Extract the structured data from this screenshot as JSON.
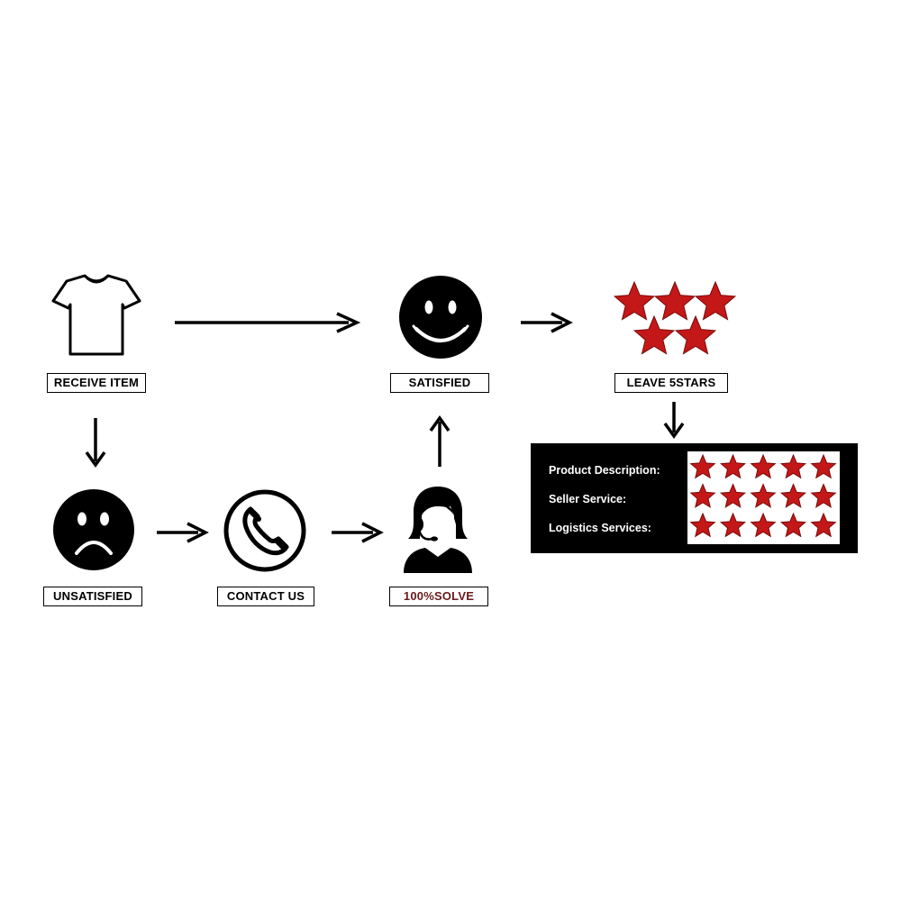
{
  "steps": {
    "receive_item": "RECEIVE ITEM",
    "satisfied": "SATISFIED",
    "leave_stars": "LEAVE 5STARS",
    "unsatisfied": "UNSATISFIED",
    "contact_us": "CONTACT US",
    "solve": "100%SOLVE"
  },
  "rating_panel": {
    "rows": [
      {
        "label": "Product Description:",
        "stars": 5
      },
      {
        "label": "Seller Service:",
        "stars": 5
      },
      {
        "label": "Logistics Services:",
        "stars": 5
      }
    ]
  },
  "leave_stars_count": 5,
  "colors": {
    "star": "#c41818",
    "ink": "#000000",
    "background": "#ffffff"
  },
  "icons": [
    "tshirt-icon",
    "happy-face-icon",
    "sad-face-icon",
    "phone-icon",
    "support-agent-icon",
    "star-icon"
  ]
}
